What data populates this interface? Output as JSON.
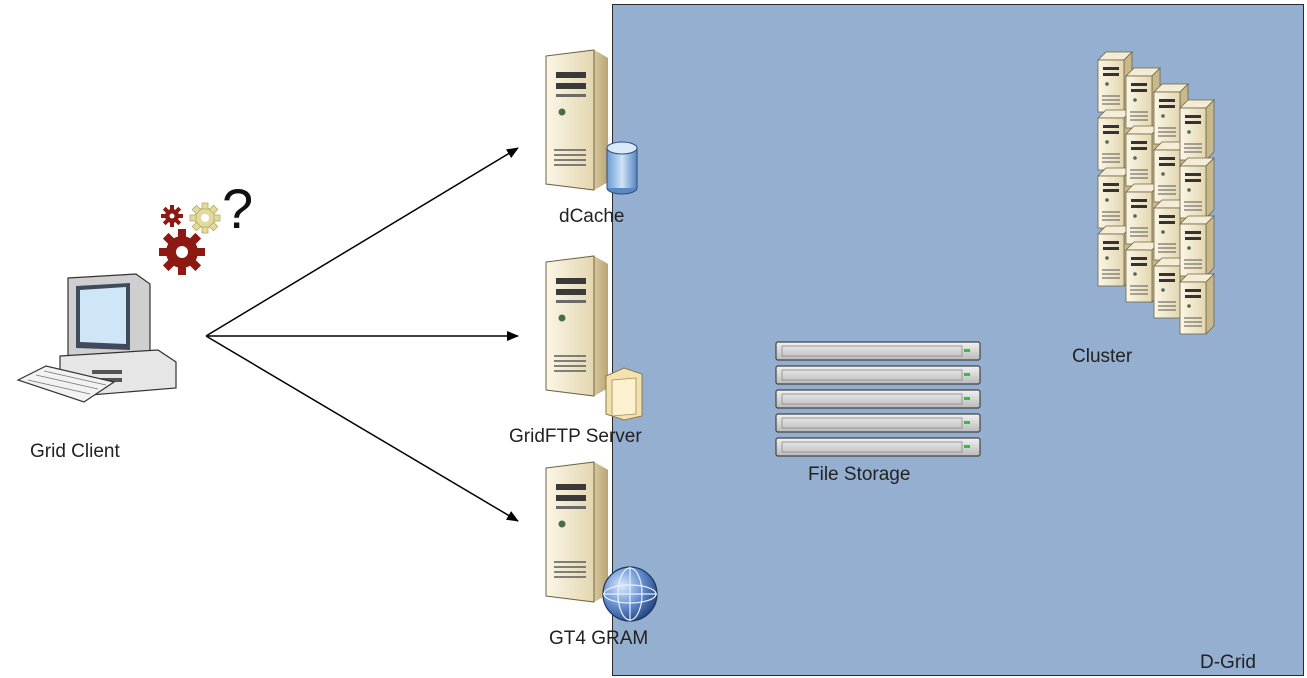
{
  "region": {
    "label": "D-Grid"
  },
  "nodes": {
    "client": {
      "label": "Grid Client",
      "icon": "desktop-computer-icon"
    },
    "dcache": {
      "label": "dCache",
      "icon": "server-tower-icon",
      "badge": "database-icon"
    },
    "gridftp": {
      "label": "GridFTP Server",
      "icon": "server-tower-icon",
      "badge": "folder-icon"
    },
    "gram": {
      "label": "GT4 GRAM",
      "icon": "server-tower-icon",
      "badge": "globe-icon"
    },
    "storage": {
      "label": "File Storage",
      "icon": "rack-storage-icon"
    },
    "cluster": {
      "label": "Cluster",
      "icon": "server-cluster-icon"
    }
  },
  "edges": [
    {
      "from": "client",
      "to": "dcache"
    },
    {
      "from": "client",
      "to": "gridftp"
    },
    {
      "from": "client",
      "to": "gram"
    }
  ],
  "decoration": {
    "thinking_symbol": "?",
    "icon": "gears-question-icon"
  },
  "colors": {
    "region_fill": "#94afd0",
    "server_body": "#efe6cc",
    "gear_dark": "#8c1a12",
    "gear_light": "#e2dba0"
  }
}
